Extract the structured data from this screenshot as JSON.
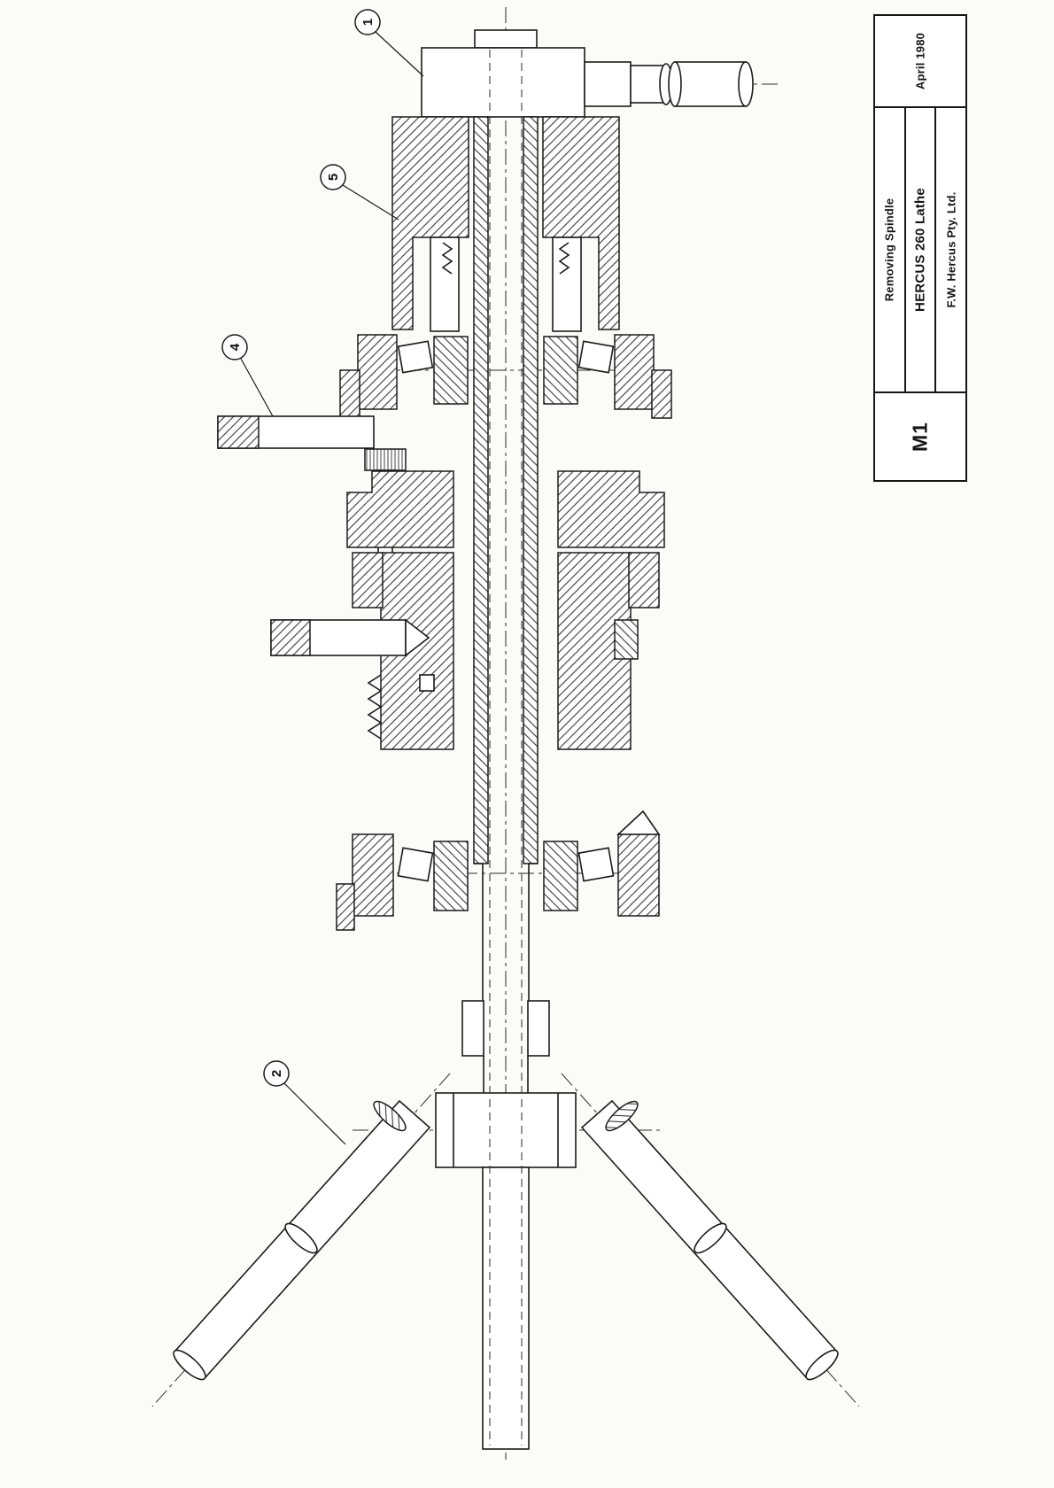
{
  "title_block": {
    "date": "April 1980",
    "doc_title": "Removing Spindle",
    "machine": "HERCUS 260 Lathe",
    "company": "F.W. Hercus Pty. Ltd.",
    "sheet": "M1"
  },
  "diagram": {
    "type": "technical-drawing",
    "description": "Sectional view of lathe headstock spindle assembly with spindle-removal turnstile, shown rotated 90 degrees on the sheet",
    "line_color": "#1b1b1b",
    "paper_color": "#fbfbf8",
    "balloons": [
      {
        "label": "1"
      },
      {
        "label": "5"
      },
      {
        "label": "4"
      },
      {
        "label": "2"
      }
    ]
  }
}
